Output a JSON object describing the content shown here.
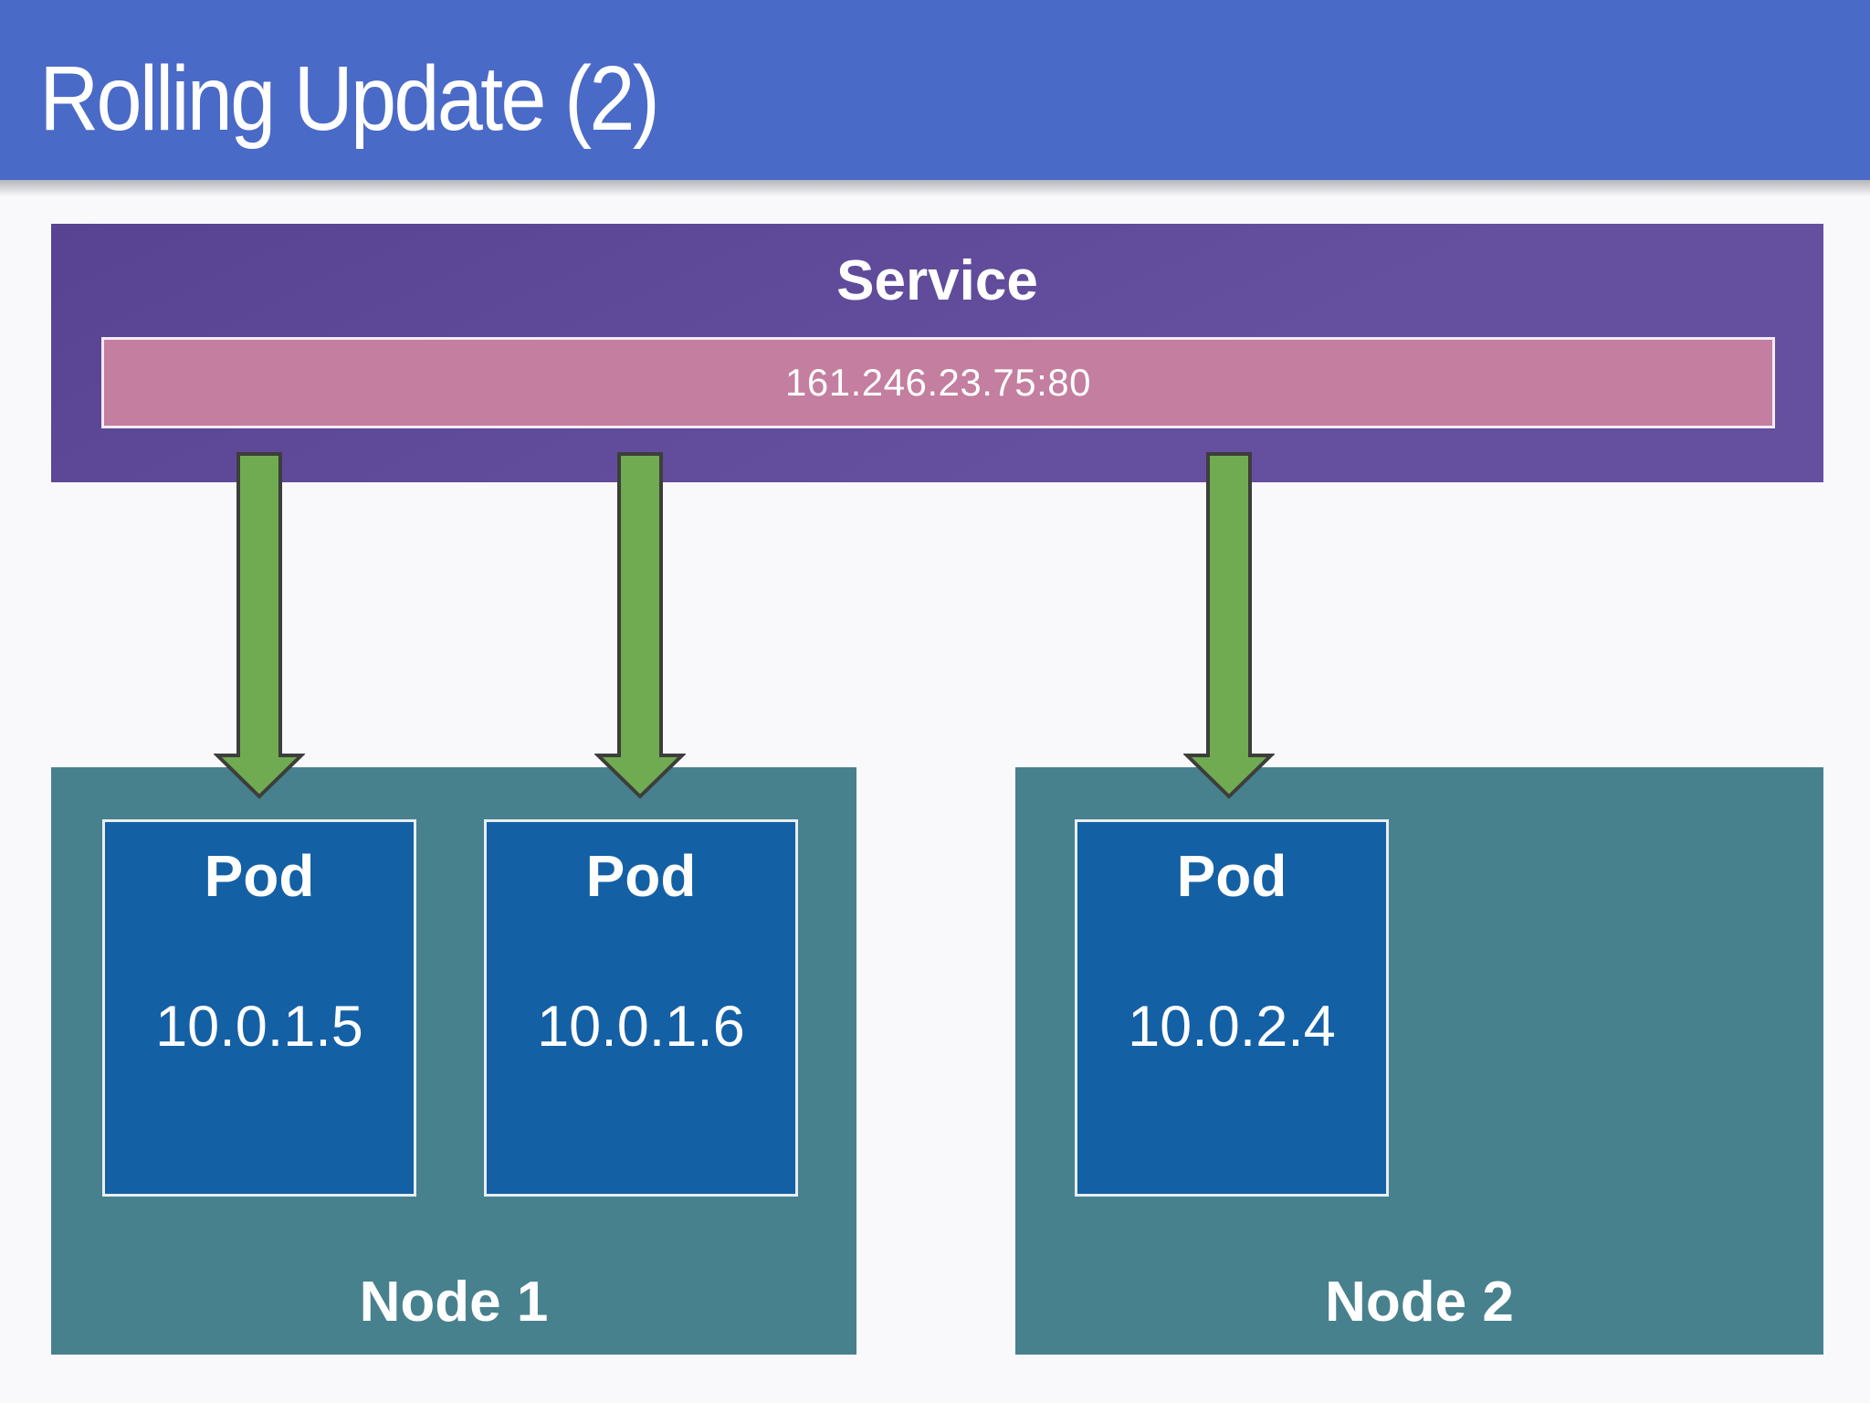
{
  "title": "Rolling Update (2)",
  "service": {
    "label": "Service",
    "endpoint": "161.246.23.75:80"
  },
  "nodes": [
    {
      "label": "Node 1",
      "pods": [
        {
          "label": "Pod",
          "ip": "10.0.1.5"
        },
        {
          "label": "Pod",
          "ip": "10.0.1.6"
        }
      ]
    },
    {
      "label": "Node 2",
      "pods": [
        {
          "label": "Pod",
          "ip": "10.0.2.4"
        }
      ]
    }
  ],
  "arrows": {
    "count": 3,
    "meaning": "service routes traffic to pod"
  },
  "colors": {
    "header_blue": "#4a6ac8",
    "background": "#f9f8fb",
    "service_purple_dark": "#584392",
    "service_purple": "#65509f",
    "endpoint_pink": "#c47e9f",
    "node_teal": "#47818e",
    "pod_blue": "#1460a5",
    "arrow_green": "#70ab52",
    "arrow_outline": "#3d3e3b",
    "text_white": "#ffffff"
  }
}
